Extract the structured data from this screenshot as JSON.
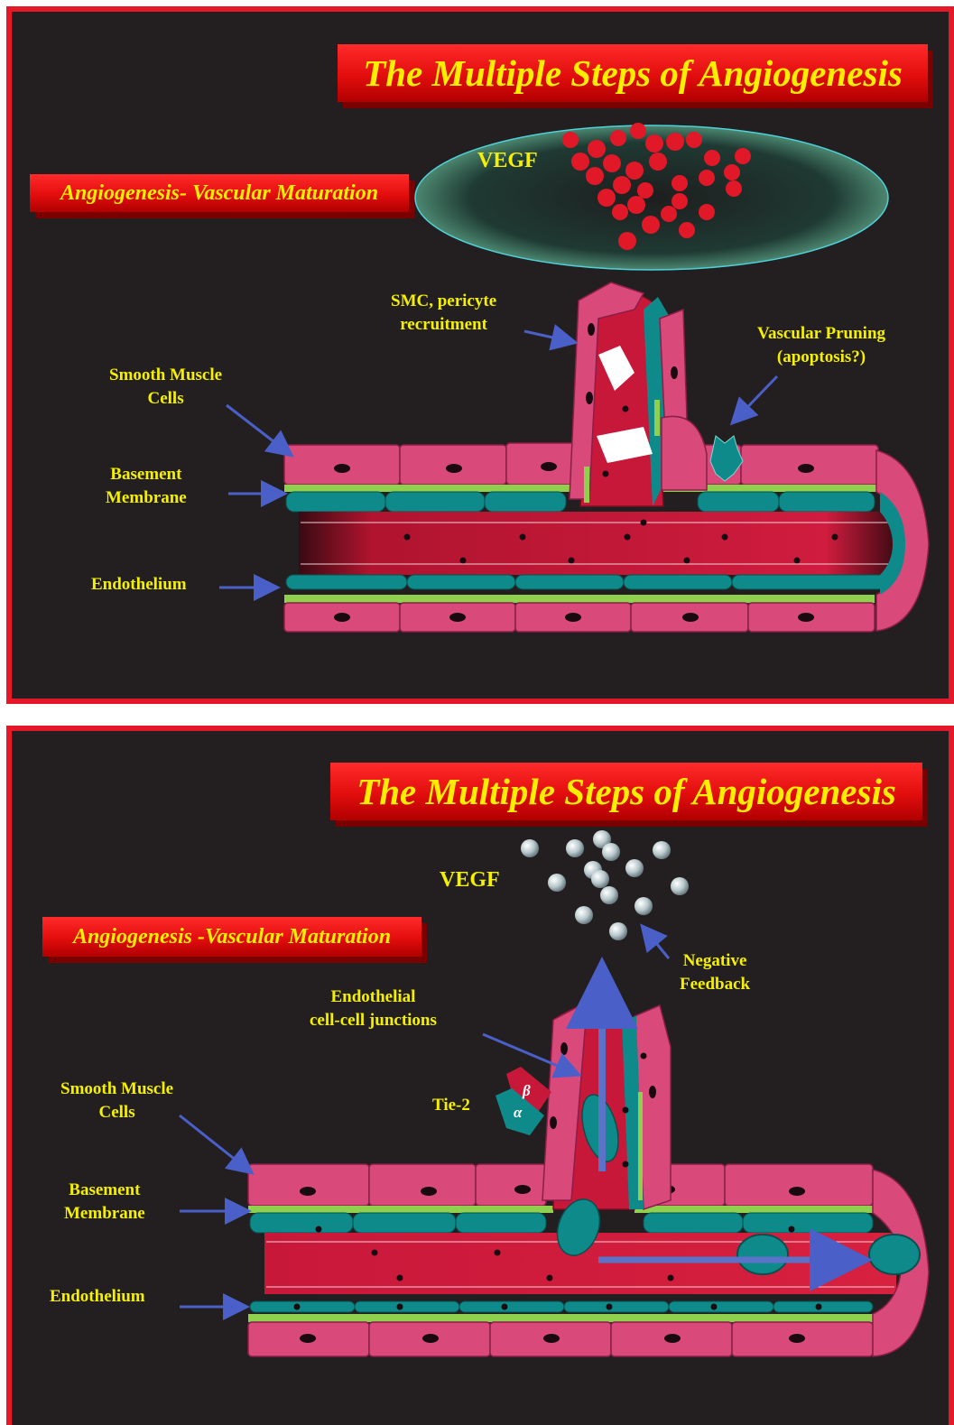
{
  "slide1": {
    "title": "The Multiple Steps of Angiogenesis",
    "subtitle": "Angiogenesis- Vascular Maturation",
    "vegf": "VEGF",
    "labels": {
      "smc_recruit_1": "SMC, pericyte",
      "smc_recruit_2": "recruitment",
      "pruning_1": "Vascular Pruning",
      "pruning_2": "(apoptosis?)",
      "smooth_1": "Smooth Muscle",
      "smooth_2": "Cells",
      "basement_1": "Basement",
      "basement_2": "Membrane",
      "endothelium": "Endothelium"
    }
  },
  "slide2": {
    "title": "The Multiple Steps of Angiogenesis",
    "subtitle": "Angiogenesis -Vascular Maturation",
    "vegf": "VEGF",
    "labels": {
      "negative_1": "Negative",
      "negative_2": "Feedback",
      "junction_1": "Endothelial",
      "junction_2": "cell-cell junctions",
      "tie2": "Tie-2",
      "alpha": "α",
      "beta": "β",
      "smooth_1": "Smooth Muscle",
      "smooth_2": "Cells",
      "basement_1": "Basement",
      "basement_2": "Membrane",
      "endothelium": "Endothelium"
    }
  },
  "colors": {
    "frame": "#e5182a",
    "background": "#231f20",
    "label": "#f4f000",
    "smooth_muscle": "#d94a7a",
    "endothelium": "#0f8a8a",
    "basement": "#8fd14f",
    "lumen": "#c8183a",
    "arrow": "#4a5fc8"
  }
}
